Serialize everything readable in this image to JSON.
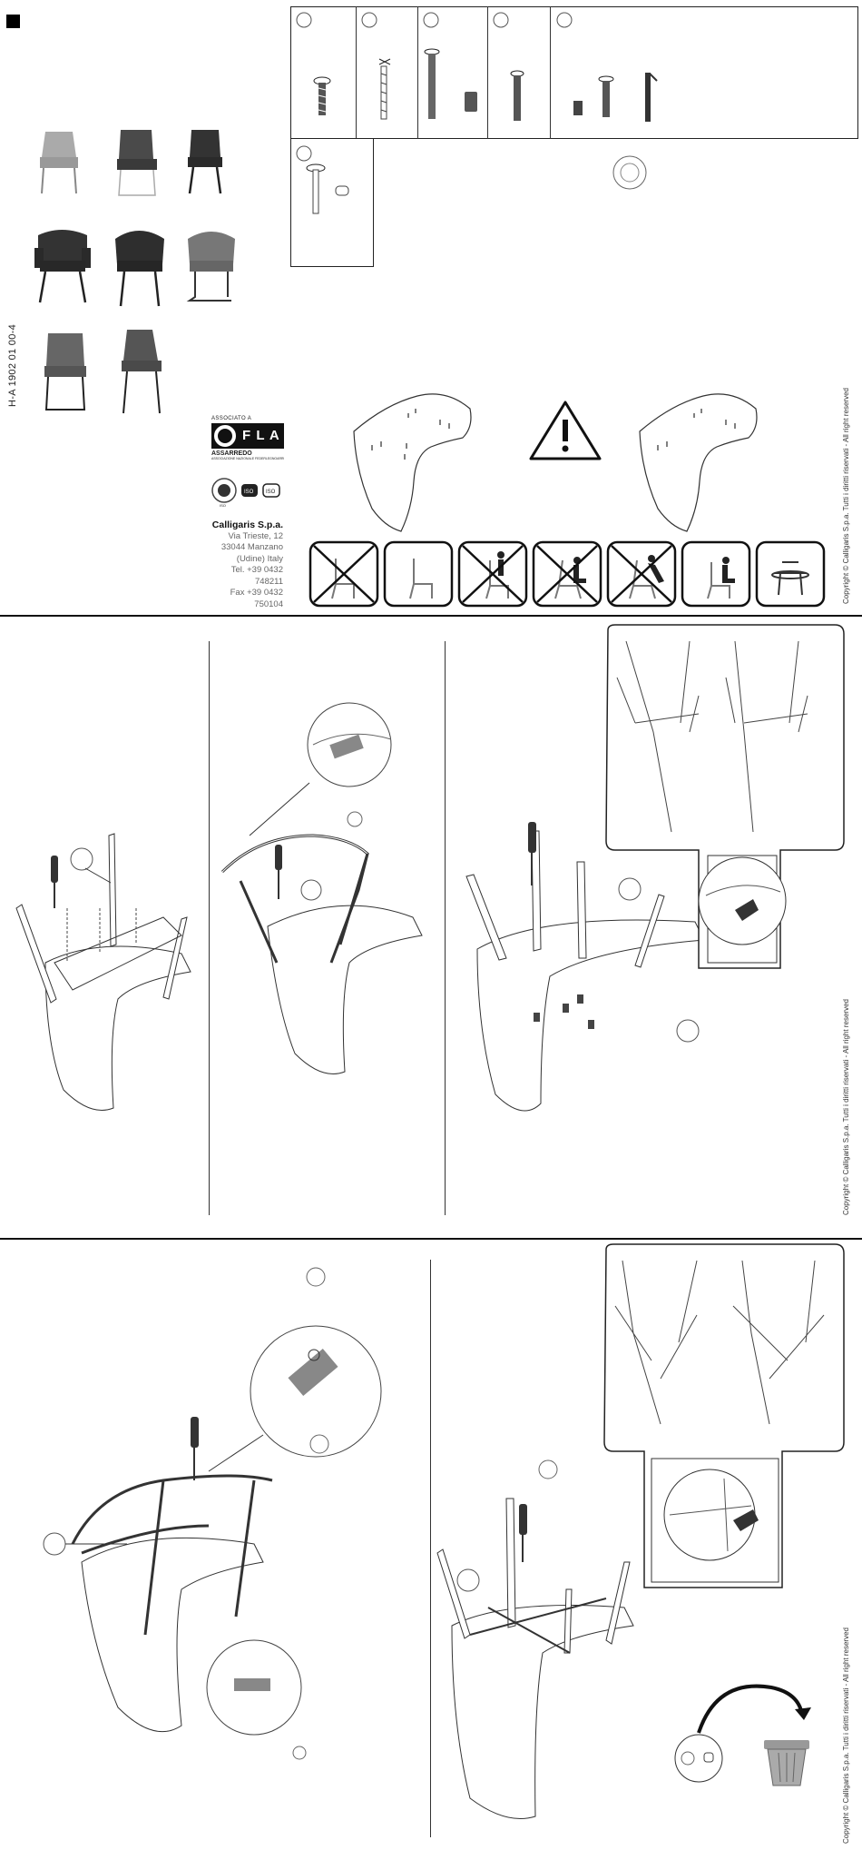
{
  "doc": {
    "code": "H-A 1902 01 00-4",
    "copyright": "Copyright © Calligaris S.p.a.  Tutti i diritti riservati - All right reserved"
  },
  "company": {
    "name": "Calligaris S.p.a.",
    "address": "Via Trieste, 12",
    "city": "33044 Manzano",
    "region": "(Udine) Italy",
    "tel": "Tel. +39 0432 748211",
    "fax": "Fax +39 0432 750104"
  },
  "logos": {
    "associated": "ASSOCIATO A",
    "fla": "F L A",
    "assarredo": "ASSARREDO",
    "assarredo_sub": "ASSOCIAZIONE NAZIONALE FEDERLEGNOARREDO",
    "cert_1": "ISO",
    "cert_2": "ISO",
    "cert_3": "ISO"
  },
  "icons": {
    "warning": "warning-triangle-icon",
    "recycle": "recycle-bin-icon",
    "screwdriver": "screwdriver-icon"
  }
}
